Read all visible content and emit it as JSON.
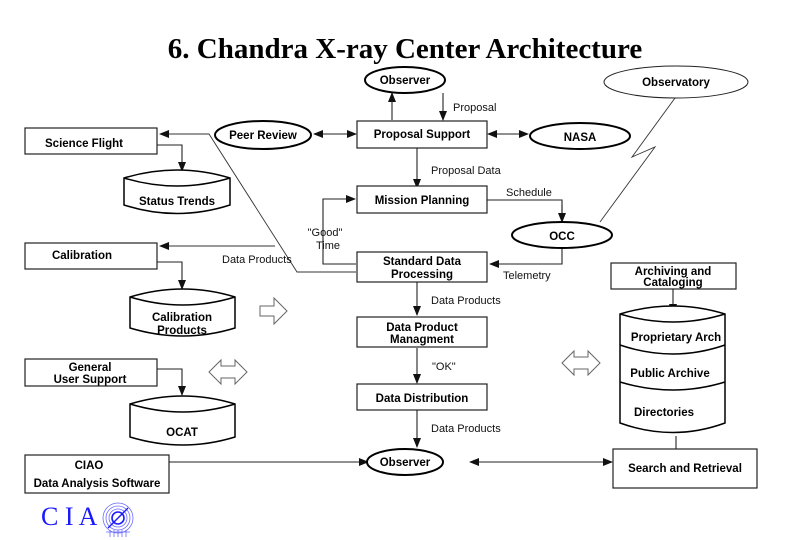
{
  "title": "6. Chandra X-ray Center Architecture",
  "nodes": {
    "observer_top": "Observer",
    "observatory": "Observatory",
    "peer_review": "Peer Review",
    "proposal_support": "Proposal Support",
    "nasa": "NASA",
    "science_flight": "Science Flight",
    "status_trends": "Status Trends",
    "mission_planning": "Mission Planning",
    "occ": "OCC",
    "calibration": "Calibration",
    "standard_data_processing": [
      "Standard Data",
      "Processing"
    ],
    "calibration_products": [
      "Calibration",
      "Products"
    ],
    "data_product_management": [
      "Data Product",
      "Managment"
    ],
    "archiving_cataloging": [
      "Archiving and",
      "Cataloging"
    ],
    "archive_sections": [
      "Proprietary Arch",
      "Public Archive",
      "Directories"
    ],
    "general_user_support": [
      "General",
      "User Support"
    ],
    "ocat": "OCAT",
    "data_distribution": "Data Distribution",
    "ciao_box": [
      "CIAO",
      "Data Analysis Software"
    ],
    "observer_bottom": "Observer",
    "search_retrieval": "Search and Retrieval"
  },
  "edge_labels": {
    "proposal": "Proposal",
    "proposal_data": "Proposal Data",
    "schedule": "Schedule",
    "good_time": [
      "\"Good\"",
      "Time"
    ],
    "data_products_left": "Data Products",
    "telemetry": "Telemetry",
    "data_products_sdp": "Data Products",
    "ok": "\"OK\"",
    "data_products_dist": "Data Products"
  },
  "logo": {
    "text": "C I A",
    "color": "#1a1aff"
  }
}
